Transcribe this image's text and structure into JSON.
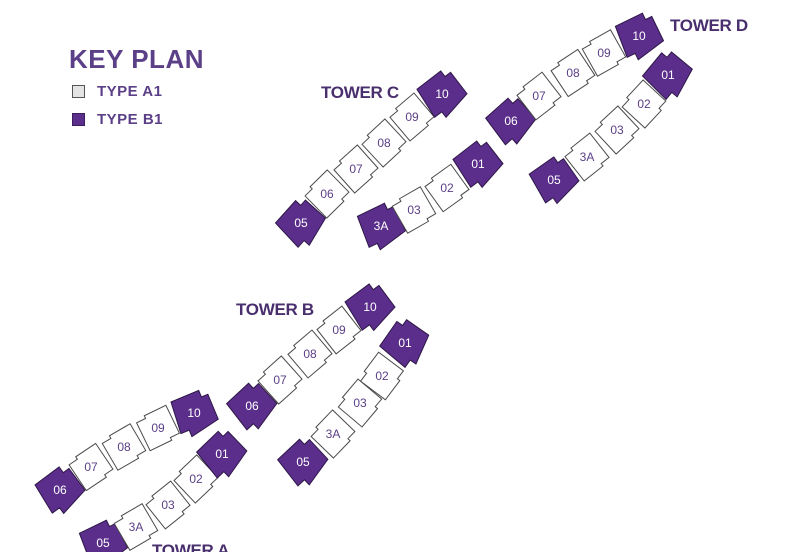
{
  "legend": {
    "title": "KEY PLAN",
    "items": [
      {
        "label": "TYPE A1",
        "color": "#e4e4e4"
      },
      {
        "label": "TYPE B1",
        "color": "#5a2e8a"
      }
    ]
  },
  "colors": {
    "accent": "#5b3f87",
    "type_b1": "#5a2e8a",
    "type_a1": "#ffffff"
  },
  "towers": {
    "a": {
      "label": "TOWER A",
      "top_wing": [
        {
          "num": "06",
          "type": "B1"
        },
        {
          "num": "07",
          "type": "A1"
        },
        {
          "num": "08",
          "type": "A1"
        },
        {
          "num": "09",
          "type": "A1"
        },
        {
          "num": "10",
          "type": "B1"
        }
      ],
      "bottom_wing": [
        {
          "num": "05",
          "type": "B1"
        },
        {
          "num": "3A",
          "type": "A1"
        },
        {
          "num": "03",
          "type": "A1"
        },
        {
          "num": "02",
          "type": "A1"
        },
        {
          "num": "01",
          "type": "B1"
        }
      ]
    },
    "b": {
      "label": "TOWER B",
      "top_wing": [
        {
          "num": "06",
          "type": "B1"
        },
        {
          "num": "07",
          "type": "A1"
        },
        {
          "num": "08",
          "type": "A1"
        },
        {
          "num": "09",
          "type": "A1"
        },
        {
          "num": "10",
          "type": "B1"
        }
      ],
      "bottom_wing": [
        {
          "num": "05",
          "type": "B1"
        },
        {
          "num": "3A",
          "type": "A1"
        },
        {
          "num": "03",
          "type": "A1"
        },
        {
          "num": "02",
          "type": "A1"
        },
        {
          "num": "01",
          "type": "B1"
        }
      ]
    },
    "c": {
      "label": "TOWER C",
      "top_wing": [
        {
          "num": "05",
          "type": "B1"
        },
        {
          "num": "06",
          "type": "A1"
        },
        {
          "num": "07",
          "type": "A1"
        },
        {
          "num": "08",
          "type": "A1"
        },
        {
          "num": "09",
          "type": "A1"
        },
        {
          "num": "10",
          "type": "B1"
        }
      ],
      "bottom_wing": [
        {
          "num": "3A",
          "type": "B1"
        },
        {
          "num": "03",
          "type": "A1"
        },
        {
          "num": "02",
          "type": "A1"
        },
        {
          "num": "01",
          "type": "B1"
        }
      ]
    },
    "d": {
      "label": "TOWER D",
      "top_wing": [
        {
          "num": "06",
          "type": "B1"
        },
        {
          "num": "07",
          "type": "A1"
        },
        {
          "num": "08",
          "type": "A1"
        },
        {
          "num": "09",
          "type": "A1"
        },
        {
          "num": "10",
          "type": "B1"
        }
      ],
      "bottom_wing": [
        {
          "num": "05",
          "type": "B1"
        },
        {
          "num": "3A",
          "type": "A1"
        },
        {
          "num": "03",
          "type": "A1"
        },
        {
          "num": "02",
          "type": "A1"
        },
        {
          "num": "01",
          "type": "B1"
        }
      ]
    }
  }
}
